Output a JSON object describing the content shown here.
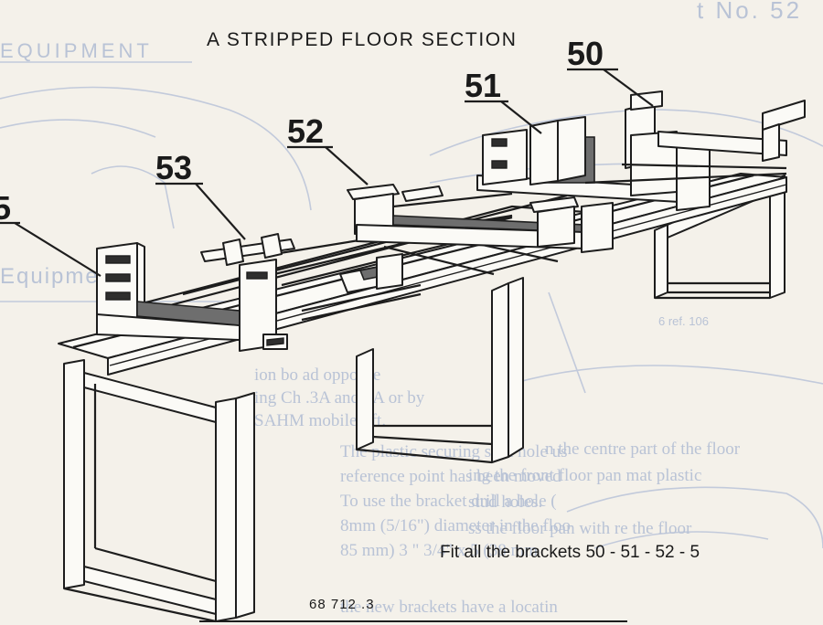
{
  "title": "A STRIPPED FLOOR SECTION",
  "callouts": [
    {
      "label": "50"
    },
    {
      "label": "51"
    },
    {
      "label": "52"
    },
    {
      "label": "53"
    },
    {
      "label": "5"
    }
  ],
  "caption": "Fit all the brackets 50 - 51 - 52 - 5",
  "figure_number": "68 712 .3",
  "background_text": {
    "header_right": "t No. 52",
    "header_left": "EQUIPMENT",
    "equipment_label": "Equipme",
    "ref_label": "6 ref. 106",
    "lines": [
      "ion bo ad oppo                           ire",
      "ing Ch .3A and      4A  or by",
      "SAHM  mobile lift.",
      "The plastic securing stud hole us",
      "reference point has been moved",
      "To use the bracket drill a hole (",
      "8mm (5/16\") diameter in the floo",
      "85 mm) 3 \"  3/4\"   x 5 (38 mm",
      "the new brackets have a locatin"
    ],
    "right_lines": [
      "n the centre part of the floor",
      "ing the front floor pan mat plastic",
      "stud holes.",
      "ss the floor pan with re the floor"
    ]
  },
  "colors": {
    "paper": "#f4f1ea",
    "ink": "#1d1d1d",
    "ghost": "#b9c3d6"
  }
}
